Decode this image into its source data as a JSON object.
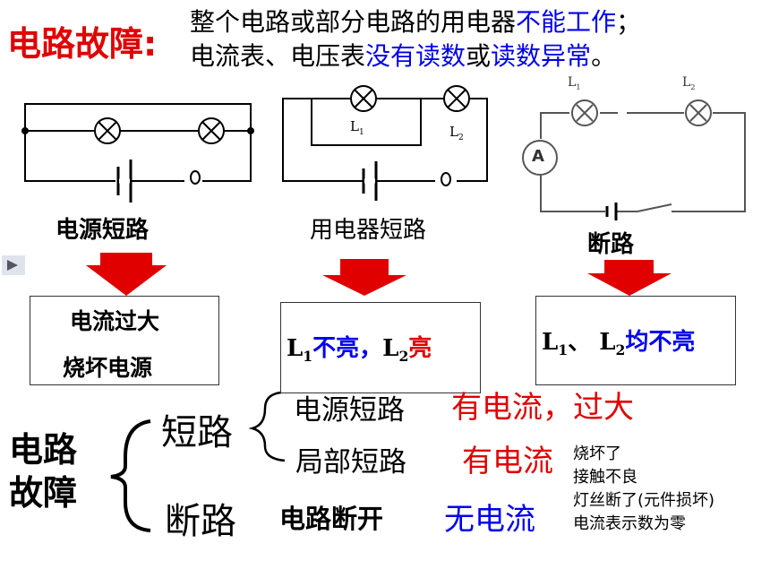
{
  "title": "电路故障:",
  "description": {
    "line1_a": "整个电路或部分电路的用电器",
    "line1_b": "不能工作",
    "line1_c": "；",
    "line2_a": "电流表、电压表",
    "line2_b": "没有读数",
    "line2_c": "或",
    "line2_d": "读数异常",
    "line2_e": "。"
  },
  "circuits": {
    "c1_label": "电源短路",
    "c2_label": "用电器短路",
    "c2_l1": "L",
    "c2_l1_sub": "1",
    "c2_l2": "L",
    "c2_l2_sub": "2",
    "c3_label": "断路",
    "c3_l1": "L",
    "c3_l1_sub": "1",
    "c3_l2": "L",
    "c3_l2_sub": "2",
    "c3_ammeter": "A"
  },
  "results": {
    "box1_line1": "电流过大",
    "box1_line2": "烧坏电源",
    "box2_l1": "L",
    "box2_l1_sub": "1",
    "box2_l1_state": "不亮，",
    "box2_l2": "L",
    "box2_l2_sub": "2",
    "box2_l2_state": "亮",
    "box3_l1": "L",
    "box3_l1_sub": "1",
    "box3_sep": "、 ",
    "box3_l2": "L",
    "box3_l2_sub": "2",
    "box3_state": "均不亮"
  },
  "summary": {
    "root_line1": "电路",
    "root_line2": "故障",
    "short": "短路",
    "source_short": "电源短路",
    "source_short_result": "有电流，过大",
    "local_short": "局部短路",
    "local_short_result": "有电流",
    "open": "断路",
    "open_desc": "电路断开",
    "open_result": "无电流",
    "causes": [
      "烧坏了",
      "接触不良",
      "灯丝断了(元件损坏)",
      "电流表示数为零"
    ]
  },
  "colors": {
    "red": "#e00000",
    "blue": "#0000ee"
  },
  "icons": [
    "play-icon",
    "down-arrow-icon",
    "lamp-icon",
    "ammeter-icon",
    "battery-icon",
    "switch-icon",
    "brace-icon"
  ]
}
